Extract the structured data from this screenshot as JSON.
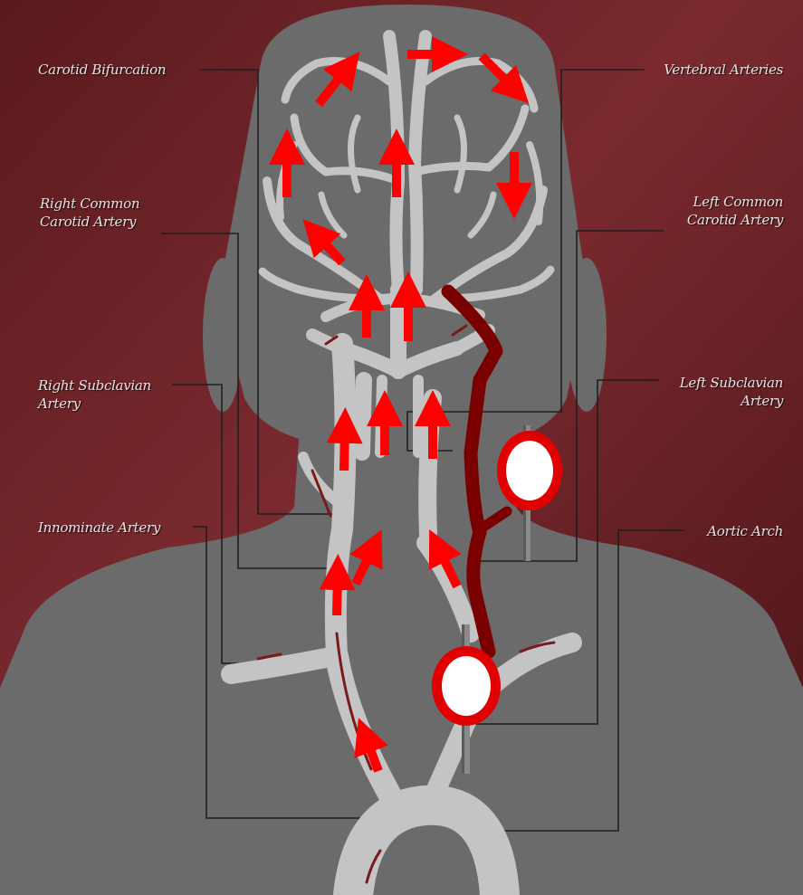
{
  "labels": {
    "carotid_bifurcation": "Carotid Bifurcation",
    "right_common_carotid": [
      "Right Common",
      "Carotid Artery"
    ],
    "right_subclavian": [
      "Right Subclavian",
      "Artery"
    ],
    "innominate": "Innominate Artery",
    "vertebral_arteries": "Vertebral Arteries",
    "left_common_carotid": [
      "Left Common",
      "Carotid Artery"
    ],
    "left_subclavian": [
      "Left Subclavian",
      "Artery"
    ],
    "aortic_arch": "Aortic Arch"
  },
  "colors": {
    "background": "#6e2328",
    "silhouette": "#6b6b6b",
    "artery": "#c4c4c4",
    "flow_arrow": "#ff0000",
    "blocked_vessel": "#7a0000",
    "occlusion_marker_ring": "#e00000",
    "occlusion_marker_fill": "#ffffff"
  }
}
